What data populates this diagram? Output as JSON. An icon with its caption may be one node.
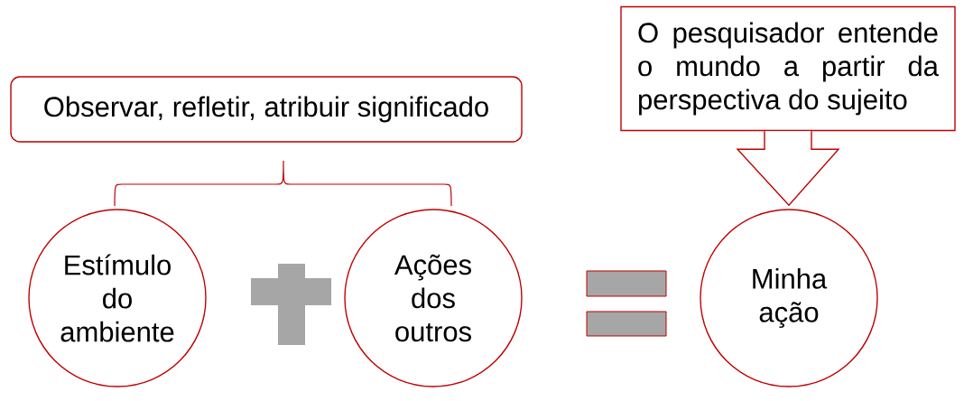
{
  "diagram": {
    "nodes": [
      {
        "text": [
          "Observar, refletir, atribuir significado"
        ]
      },
      {
        "text": [
          "O pesquisador entende o mundo a partir da perspectiva do sujeito"
        ]
      },
      {
        "text": [
          "Estímulo do ambiente"
        ]
      },
      {
        "text": [
          "Ações dos outros"
        ]
      },
      {
        "text": [
          "Minha ação"
        ]
      },
      {
        "text": [],
        "shape": "plus"
      },
      {
        "text": [],
        "shape": "equals"
      }
    ],
    "edges": [
      {
        "from": 1,
        "to": 4,
        "arrow": "to"
      }
    ]
  }
}
